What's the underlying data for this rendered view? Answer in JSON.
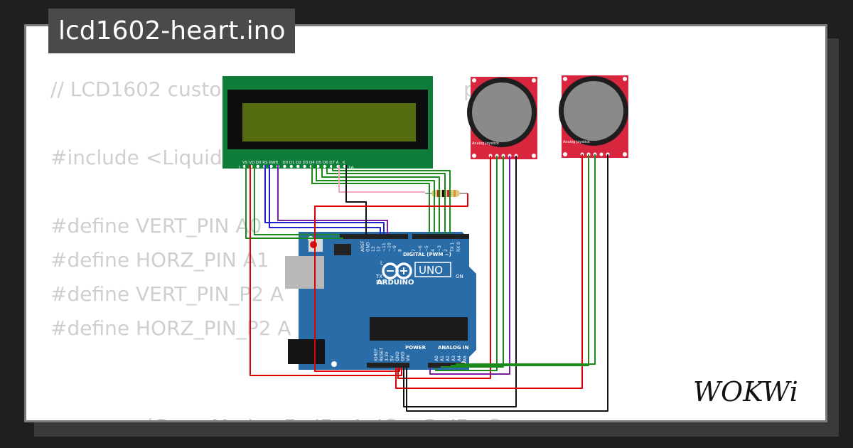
{
  "project_title": "lcd1602-heart.ino",
  "code_lines": [
    "// LCD1602 custo",
    "#include <Liquid",
    "#define VERT_PIN A0",
    "#define HORZ_PIN A1",
    "#define VERT_PIN_P2 A",
    "#define HORZ_PIN_P2 A",
    "    .          (C       M   L    F   IF   A  IC    O  IF   C"
  ],
  "code_fragment_right": "ple",
  "lcd": {
    "pin_labels": [
      "VS",
      "VD",
      "D0",
      "RS",
      "RW",
      "E",
      "D0",
      "D1",
      "D2",
      "D3",
      "D4",
      "D5",
      "D6",
      "D7",
      "A",
      "K"
    ],
    "pin_start": "1",
    "pin_end": "16"
  },
  "joystick_label": "Analog Joystick",
  "arduino": {
    "model": "UNO",
    "brand": "ARDUINO",
    "header_digital": "DIGITAL (PWM ~)",
    "header_power": "POWER",
    "header_analog": "ANALOG IN",
    "led_l": "L",
    "led_tx": "TX",
    "led_rx": "RX",
    "led_on": "ON",
    "top_pins": [
      "AREF",
      "GND",
      "13",
      "12",
      "~11",
      "~10",
      "~9",
      "8",
      "7",
      "~6",
      "~5",
      "4",
      "~3",
      "2",
      "TX 1",
      "RX 0"
    ],
    "power_pins": [
      "IOREF",
      "RESET",
      "3.3V",
      "5V",
      "GND",
      "GND",
      "Vin"
    ],
    "analog_pins": [
      "A0",
      "A1",
      "A2",
      "A3",
      "A4",
      "A5"
    ]
  },
  "brand_logo": "WOKWi",
  "colors": {
    "background": "#1f1f1f",
    "card": "#ffffff",
    "tab": "#4a4a4a",
    "lcd_board": "#0e7d3a",
    "lcd_screen": "#556b10",
    "arduino_board": "#2a6ca8",
    "joystick_board": "#d8263f",
    "wire_red": "#e00000",
    "wire_green": "#1a8a1a",
    "wire_black": "#111111",
    "wire_blue": "#2020d0",
    "wire_purple": "#7a1fa0"
  }
}
